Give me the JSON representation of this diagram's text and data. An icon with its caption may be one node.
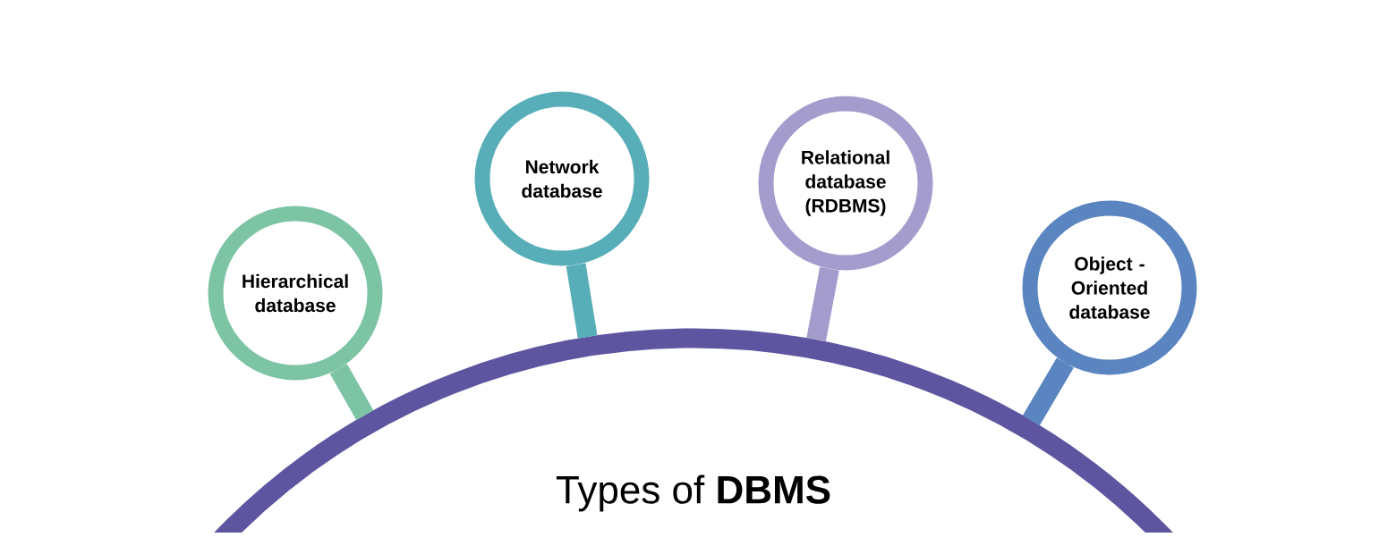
{
  "diagram": {
    "nodes": [
      {
        "text": [
          "Hierarchical database"
        ]
      },
      {
        "text": [
          "Network database"
        ]
      },
      {
        "text": [
          "Relational database (RDBMS)"
        ]
      },
      {
        "text": [
          "Object -Oriented database"
        ]
      },
      {
        "text": [
          "Types of **DBMS**"
        ]
      }
    ],
    "edges": [
      {
        "from": 0,
        "to": 4,
        "arrow": "none",
        "color": "#7cc4a4"
      },
      {
        "from": 1,
        "to": 4,
        "arrow": "none",
        "color": "#57adb8"
      },
      {
        "from": 2,
        "to": 4,
        "arrow": "none",
        "color": "#a49ccd"
      },
      {
        "from": 3,
        "to": 4,
        "arrow": "none",
        "color": "#5a85c0"
      }
    ]
  }
}
